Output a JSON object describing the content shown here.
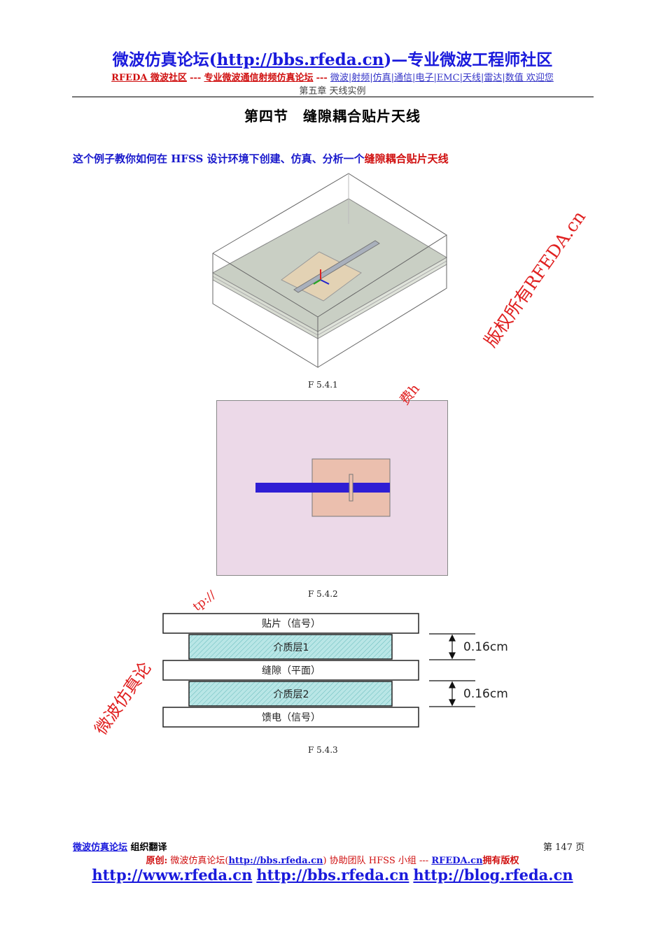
{
  "header": {
    "title_pre": "微波仿真论坛(",
    "title_url": "http://bbs.rfeda.cn",
    "title_post": ")—专业微波工程师社区",
    "sub_red": "RFEDA 微波社区",
    "sub_sep1": "---",
    "sub_red2": "专业微波通信射频仿真论坛",
    "sub_sep2": "---",
    "sub_links": "微波|射频|仿真|通信|电子|EMC|天线|雷达|数值 欢迎您",
    "chapter": "第五章 天线实例"
  },
  "section_title": "第四节　缝隙耦合贴片天线",
  "intro": {
    "text": "这个例子教你如何在 HFSS 设计环境下创建、仿真、分析一个",
    "highlight": "缝隙耦合贴片天线"
  },
  "figures": {
    "f1_caption": "F 5.4.1",
    "f2_caption": "F 5.4.2",
    "f3_caption": "F 5.4.3",
    "f3_layers": {
      "patch": "贴片（信号）",
      "dielectric1": "介质层1",
      "slot": "缝隙（平面）",
      "dielectric2": "介质层2",
      "feed": "馈电（信号）"
    },
    "f3_thickness1": "0.16cm",
    "f3_thickness2": "0.16cm"
  },
  "watermarks": {
    "wm1": "版权所有RFEDA.cn",
    "wm2": "费h",
    "wm3": "tp://",
    "wm4": "微波仿真论"
  },
  "footer": {
    "org": "微波仿真论坛",
    "org_suffix": "组织翻译",
    "page": "第 147 页",
    "credit_label": "原创:",
    "credit_forum": "微波仿真论坛(",
    "credit_url": "http://bbs.rfeda.cn",
    "credit_mid": ") 协助团队 HFSS 小组 ---",
    "credit_site": "RFEDA.cn",
    "credit_rights": "拥有版权",
    "links": [
      "http://www.rfeda.cn",
      "http://bbs.rfeda.cn",
      "http://blog.rfeda.cn"
    ]
  },
  "colors": {
    "header_blue": "#1a1adc",
    "header_red": "#d01010",
    "watermark_red": "#e02020",
    "substrate_pink": "#ecd9e8",
    "patch_peach": "#ebbfae",
    "feed_blue": "#2f1ed4",
    "dielectric_teal": "#b9e6e6"
  }
}
